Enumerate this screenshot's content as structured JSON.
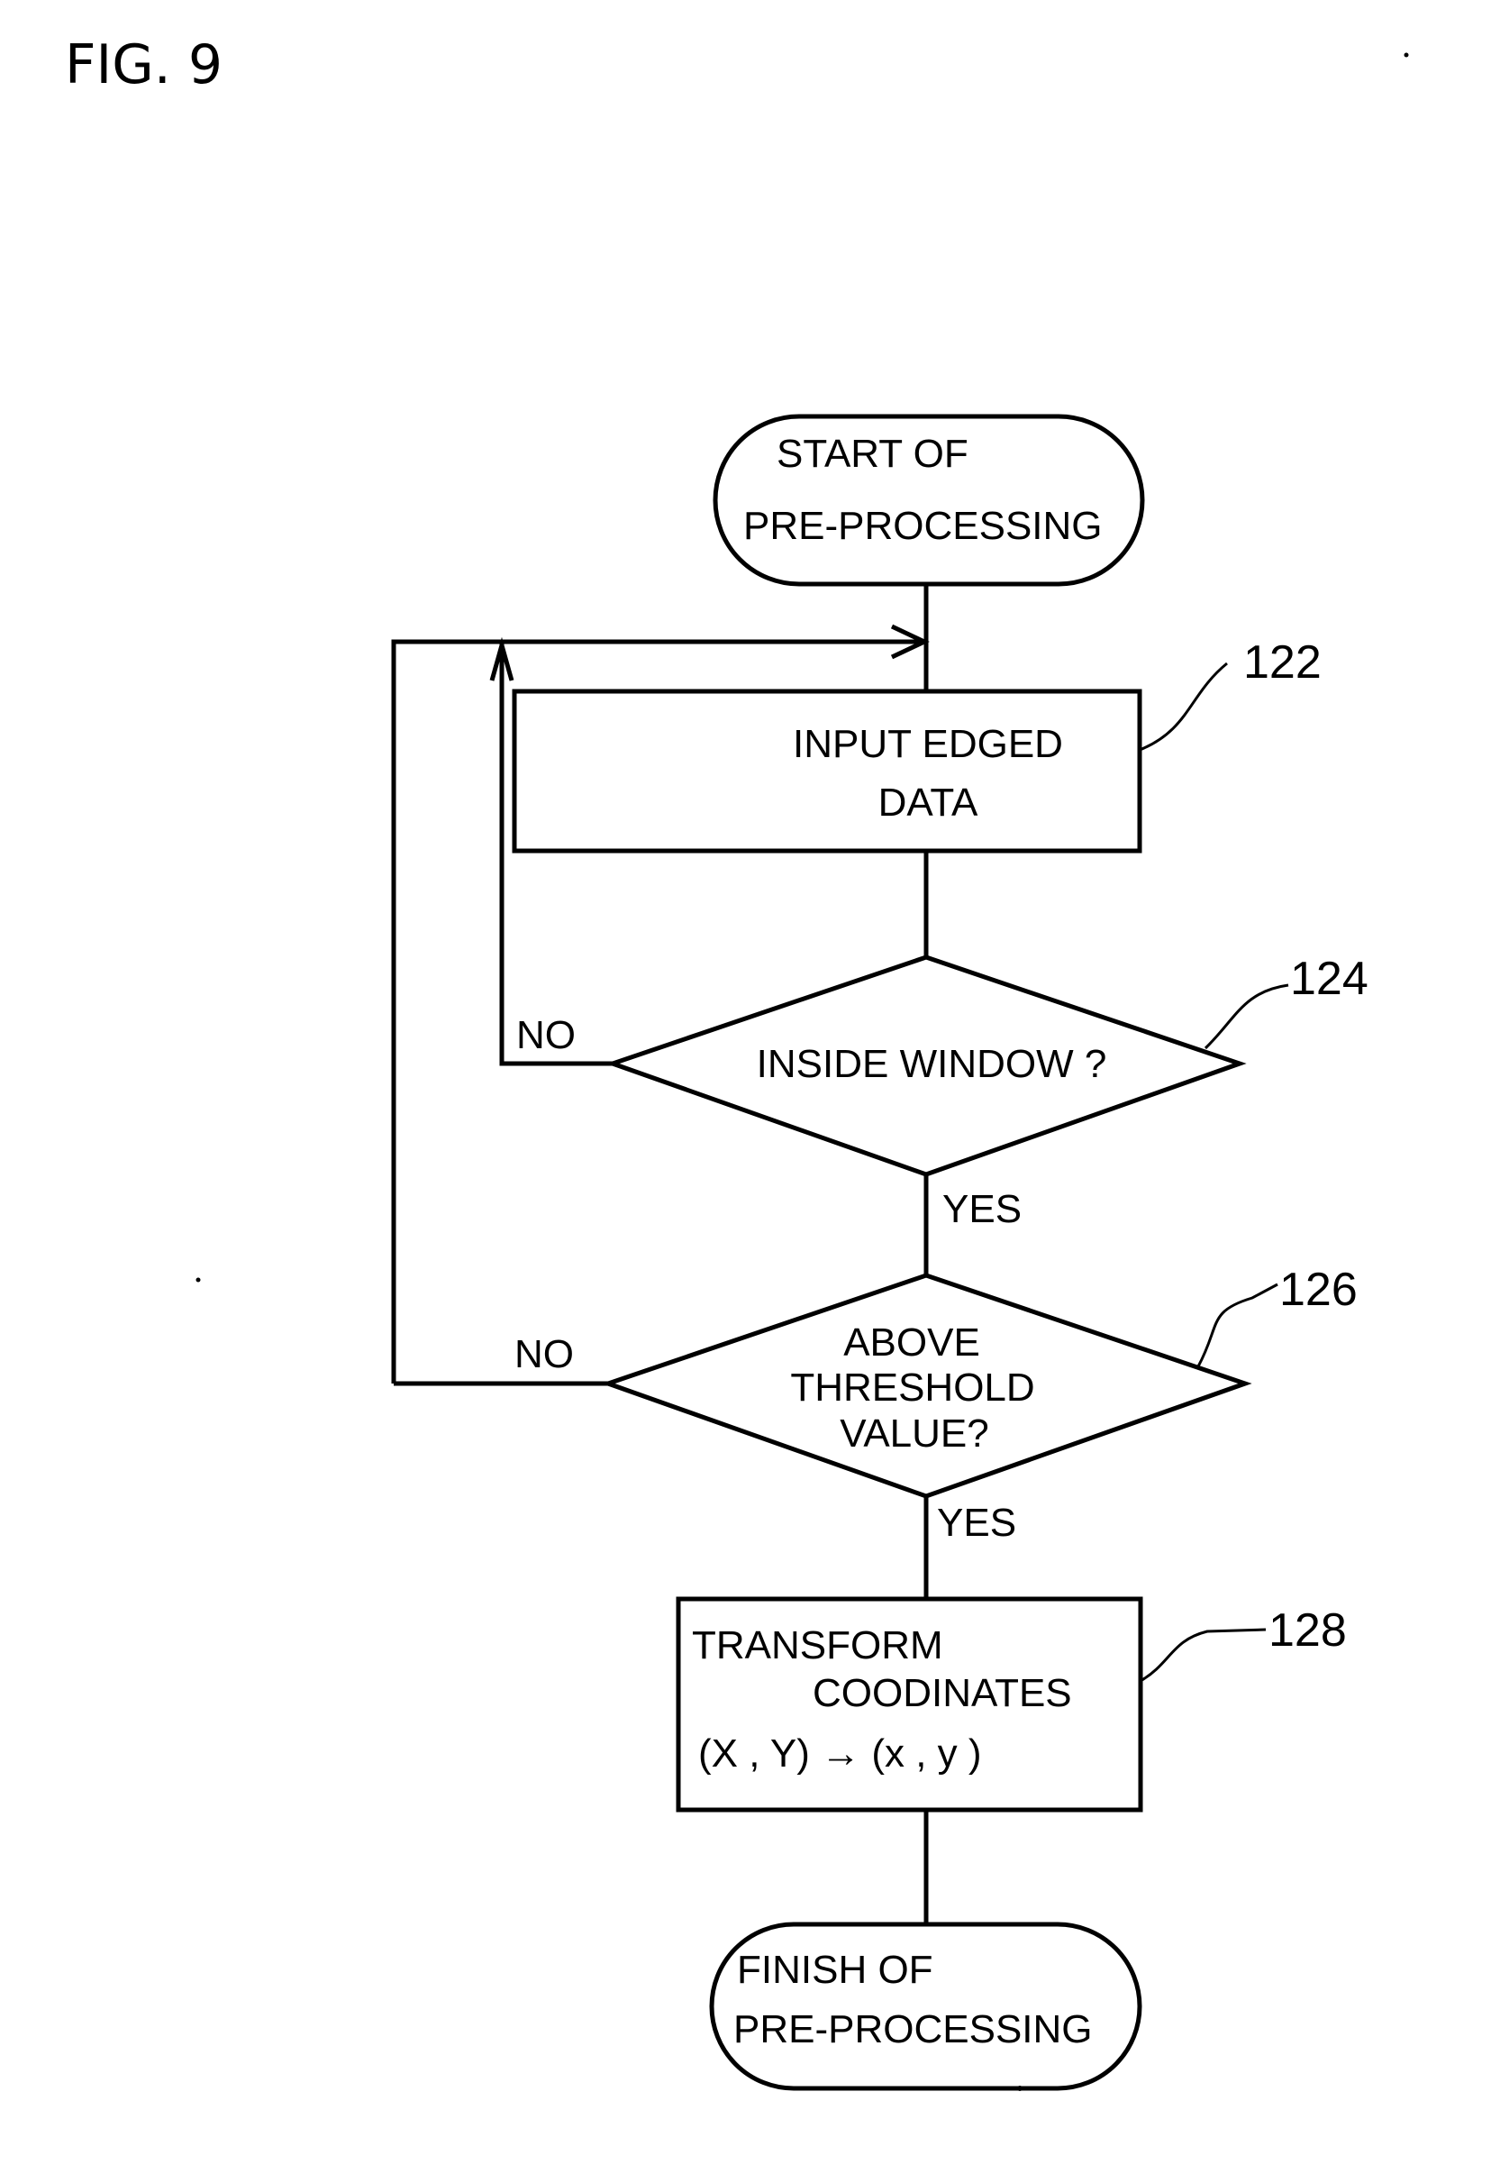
{
  "figure": {
    "title": "FIG. 9"
  },
  "nodes": {
    "start": {
      "line1": "START OF",
      "line2": "PRE-PROCESSING"
    },
    "n122": {
      "ref": "122",
      "line1": "INPUT EDGED",
      "line2": "DATA"
    },
    "n124": {
      "ref": "124",
      "line1": "INSIDE WINDOW ?"
    },
    "n126": {
      "ref": "126",
      "line1": "ABOVE",
      "line2": "THRESHOLD",
      "line3": "VALUE?"
    },
    "n128": {
      "ref": "128",
      "line1": "TRANSFORM",
      "line2": "COODINATES",
      "line3": "(X , Y) → (x , y )"
    },
    "finish": {
      "line1": "FINISH OF",
      "line2": "PRE-PROCESSING"
    }
  },
  "edges": {
    "n124_no": "NO",
    "n124_yes": "YES",
    "n126_no": "NO",
    "n126_yes": "YES"
  }
}
